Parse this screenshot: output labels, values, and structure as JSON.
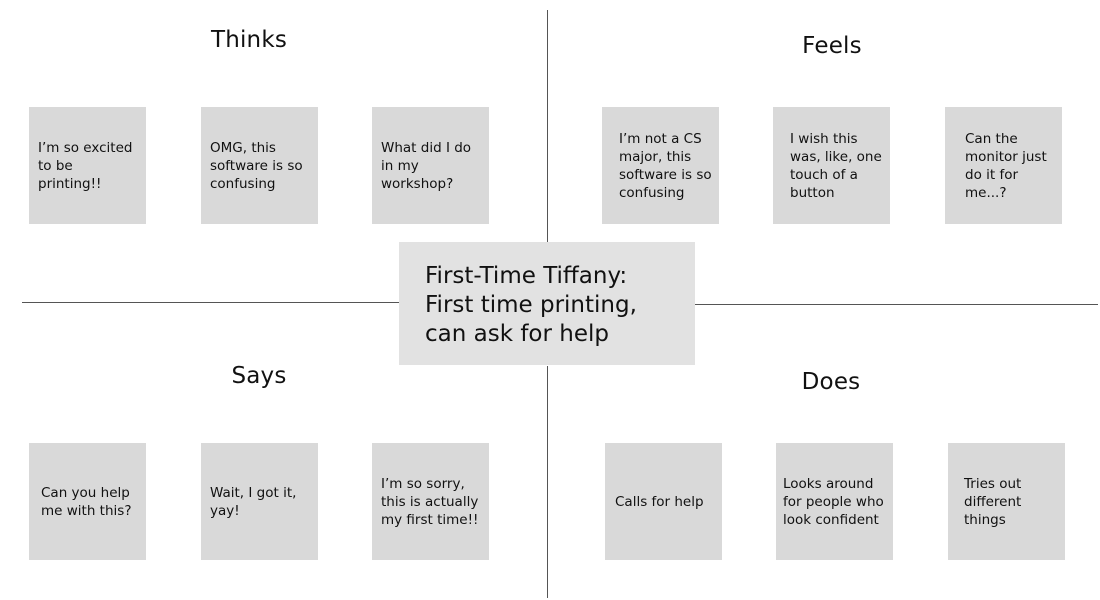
{
  "quadrants": {
    "thinks": {
      "heading": "Thinks",
      "notes": [
        "I’m so excited to be printing!!",
        "OMG, this software is so confusing",
        "What did I do in my workshop?"
      ]
    },
    "feels": {
      "heading": "Feels",
      "notes": [
        "I’m not a CS major, this software is so confusing",
        "I wish this was, like, one touch of a button",
        "Can the monitor just do it for me...?"
      ]
    },
    "says": {
      "heading": "Says",
      "notes": [
        "Can you help me with this?",
        "Wait, I got it, yay!",
        "I’m so sorry, this is actually my first time!!"
      ]
    },
    "does": {
      "heading": "Does",
      "notes": [
        "Calls for help",
        "Looks around for people who look confident",
        "Tries out different things"
      ]
    }
  },
  "persona": {
    "line1": "First-Time Tiffany:",
    "line2": "First time printing,",
    "line3": "can ask for help"
  },
  "colors": {
    "note_fill": "#d9d9d9",
    "center_fill": "#e2e2e2",
    "divider": "#555555"
  }
}
